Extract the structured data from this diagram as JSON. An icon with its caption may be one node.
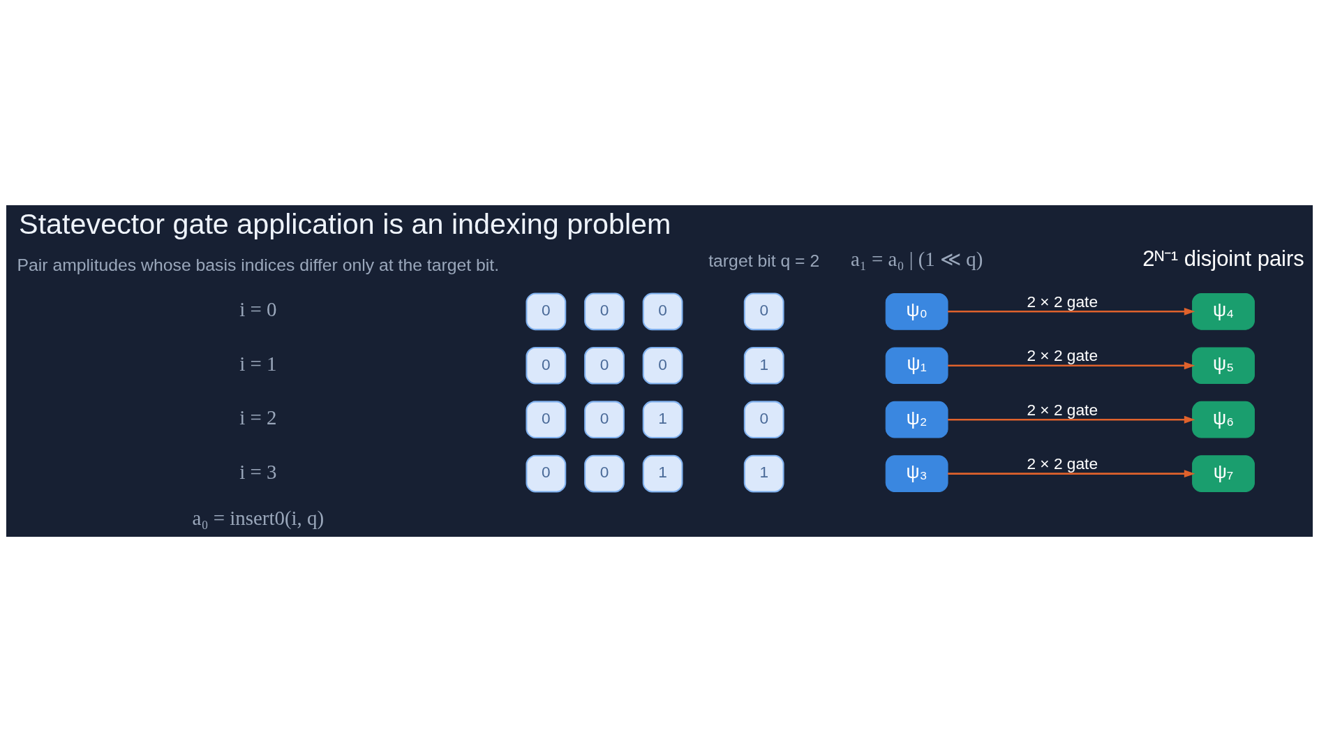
{
  "diagram": {
    "title": "Statevector gate application is an indexing problem",
    "nodes": [
      {
        "text": [
          "0"
        ]
      },
      {
        "text": [
          "0"
        ]
      },
      {
        "text": [
          "0"
        ]
      },
      {
        "text": [
          "0"
        ]
      },
      {
        "text": [
          "ψ₀"
        ]
      },
      {
        "text": [
          "ψ₄"
        ]
      },
      {
        "text": [
          "0"
        ]
      },
      {
        "text": [
          "0"
        ]
      },
      {
        "text": [
          "0"
        ]
      },
      {
        "text": [
          "1"
        ]
      },
      {
        "text": [
          "ψ₁"
        ]
      },
      {
        "text": [
          "ψ₅"
        ]
      },
      {
        "text": [
          "0"
        ]
      },
      {
        "text": [
          "0"
        ]
      },
      {
        "text": [
          "1"
        ]
      },
      {
        "text": [
          "0"
        ]
      },
      {
        "text": [
          "ψ₂"
        ]
      },
      {
        "text": [
          "ψ₆"
        ]
      },
      {
        "text": [
          "0"
        ]
      },
      {
        "text": [
          "0"
        ]
      },
      {
        "text": [
          "1"
        ]
      },
      {
        "text": [
          "1"
        ]
      },
      {
        "text": [
          "ψ₃"
        ]
      },
      {
        "text": [
          "ψ₇"
        ]
      }
    ],
    "edges": [
      {
        "from": 4,
        "to": 5,
        "arrow": "to",
        "label": "2 × 2 gate"
      },
      {
        "from": 10,
        "to": 11,
        "arrow": "to",
        "label": "2 × 2 gate"
      },
      {
        "from": 16,
        "to": 17,
        "arrow": "to",
        "label": "2 × 2 gate"
      },
      {
        "from": 22,
        "to": 23,
        "arrow": "to",
        "label": "2 × 2 gate"
      }
    ],
    "labels": [
      "Pair amplitudes whose basis indices differ only at the target bit.",
      "target bit q = 2",
      "i = 0",
      "i = 1",
      "i = 2",
      "i = 3",
      "a₀ = insert0(i, q)",
      "a₁ = a₀ | (1 ≪ q)",
      "2ᴺ⁻¹ disjoint pairs"
    ]
  }
}
